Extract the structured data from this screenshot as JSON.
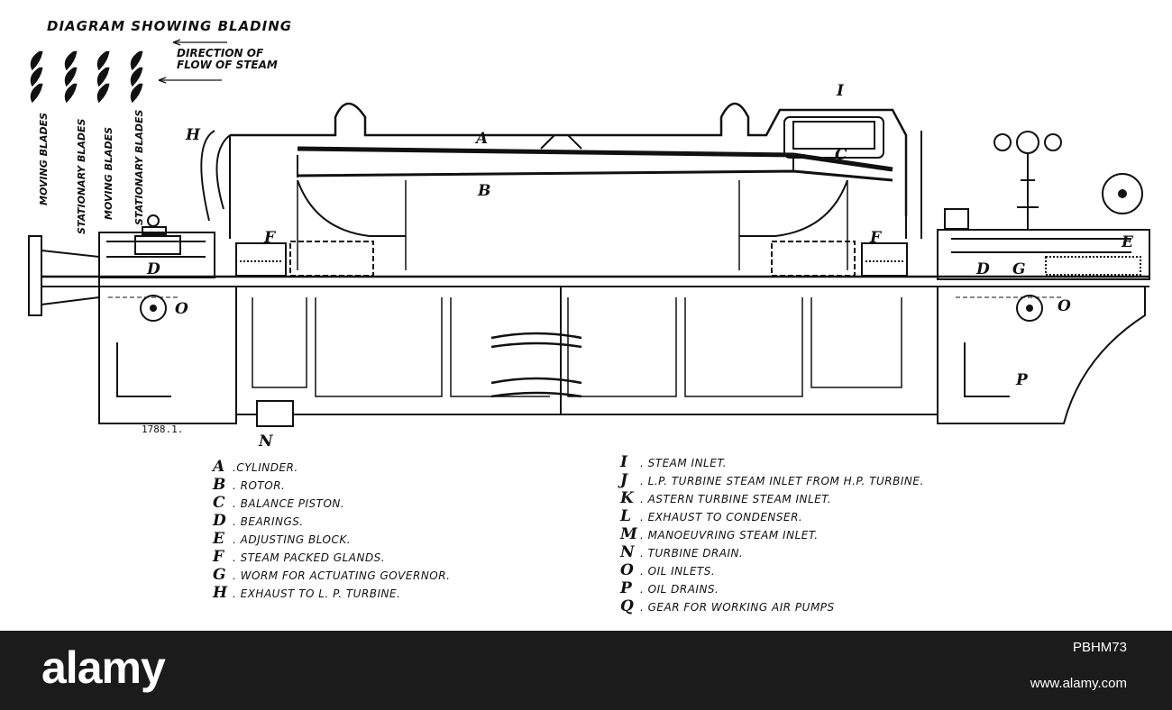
{
  "blading": {
    "title": "DIAGRAM SHOWING BLADING",
    "flow_line1": "DIRECTION OF",
    "flow_line2": "FLOW OF STEAM",
    "rows": [
      "MOVING BLADES",
      "STATIONARY BLADES",
      "MOVING BLADES",
      "STATIONARY BLADES"
    ]
  },
  "callouts": {
    "A": "A",
    "B": "B",
    "C": "C",
    "D": "D",
    "E": "E",
    "F": "F",
    "G": "G",
    "H": "H",
    "I": "I",
    "N": "N",
    "O": "O",
    "P": "P"
  },
  "drawing_number": "1788.1.",
  "legend_left": [
    {
      "key": "A",
      "text": ".CYLINDER."
    },
    {
      "key": "B",
      "text": ". ROTOR."
    },
    {
      "key": "C",
      "text": ". BALANCE PISTON."
    },
    {
      "key": "D",
      "text": ". BEARINGS."
    },
    {
      "key": "E",
      "text": ". ADJUSTING BLOCK."
    },
    {
      "key": "F",
      "text": ". STEAM PACKED GLANDS."
    },
    {
      "key": "G",
      "text": ". WORM FOR ACTUATING GOVERNOR."
    },
    {
      "key": "H",
      "text": ". EXHAUST TO L. P. TURBINE."
    }
  ],
  "legend_right": [
    {
      "key": "I",
      "text": ". STEAM INLET."
    },
    {
      "key": "J",
      "text": ". L.P. TURBINE STEAM INLET FROM H.P. TURBINE."
    },
    {
      "key": "K",
      "text": ". ASTERN TURBINE STEAM INLET."
    },
    {
      "key": "L",
      "text": ". EXHAUST TO CONDENSER."
    },
    {
      "key": "M",
      "text": ". MANOEUVRING STEAM INLET."
    },
    {
      "key": "N",
      "text": ". TURBINE DRAIN."
    },
    {
      "key": "O",
      "text": ". OIL INLETS."
    },
    {
      "key": "P",
      "text": ". OIL DRAINS."
    },
    {
      "key": "Q",
      "text": ". GEAR FOR WORKING AIR PUMPS"
    }
  ],
  "watermark": {
    "logo": "alamy",
    "image_id": "PBHM73",
    "url": "www.alamy.com"
  }
}
